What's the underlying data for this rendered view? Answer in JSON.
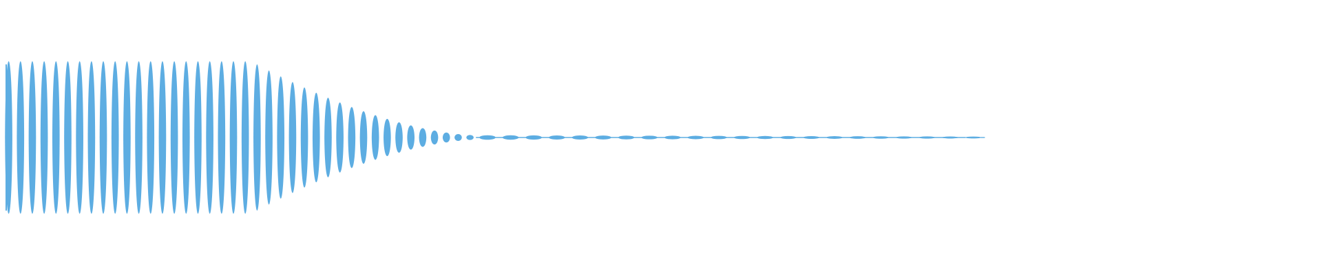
{
  "waveform": {
    "color": "#5dade2",
    "background": "#ffffff",
    "envelope": {
      "sustain_level": 1.0,
      "decay_start_fraction": 0.19,
      "main_end_fraction": 0.36,
      "residual_level": 0.03,
      "residual_end_fraction": 0.745
    },
    "cycles_in_main_segment": 40,
    "residual_cycles": 22
  }
}
